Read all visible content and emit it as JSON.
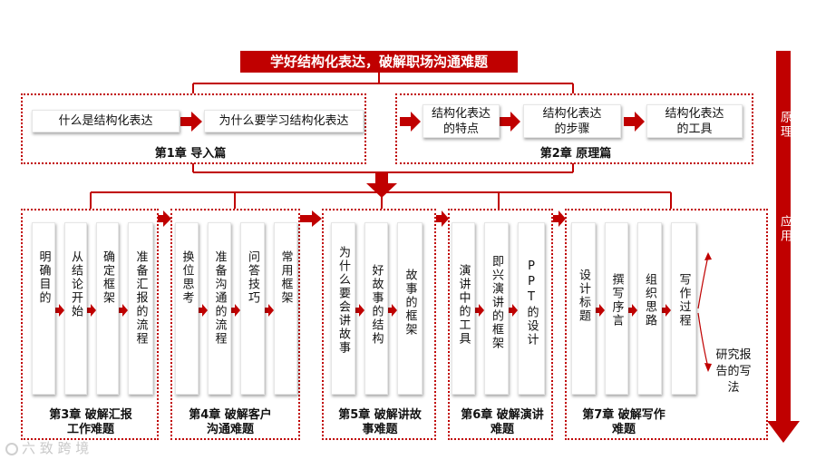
{
  "header": {
    "title": "学好结构化表达，破解职场沟通难题"
  },
  "side_axis": {
    "upper": "原理",
    "lower": "应用"
  },
  "part1": {
    "chapter": "第1章  导入篇",
    "items": [
      "什么是结构化表达",
      "为什么要学习结构化表达"
    ]
  },
  "part2": {
    "chapter": "第2章  原理篇",
    "items": [
      "结构化表达\n的特点",
      "结构化表达\n的步骤",
      "结构化表达\n的工具"
    ]
  },
  "ch3": {
    "chapter": "第3章  破解汇报\n工作难题",
    "items": [
      "明确目的",
      "从结论开始",
      "确定框架",
      "准备汇报的流程"
    ]
  },
  "ch4": {
    "chapter": "第4章  破解客户\n沟通难题",
    "items": [
      "换位思考",
      "准备沟通的流程",
      "问答技巧",
      "常用框架"
    ]
  },
  "ch5": {
    "chapter": "第5章  破解讲故\n事难题",
    "items": [
      "为什么要会讲故事",
      "好故事的结构",
      "故事的框架"
    ]
  },
  "ch6": {
    "chapter": "第6章  破解演讲\n难题",
    "items": [
      "演讲中的工具",
      "即兴演讲的框架",
      "PPT的设计"
    ]
  },
  "ch7": {
    "chapter": "第7章  破解写作\n难题",
    "items": [
      "设计标题",
      "撰写序言",
      "组织思路",
      "写作过程"
    ],
    "extra": "研究报\n告的写\n法"
  },
  "watermark": "六 致 跨 境",
  "colors": {
    "accent": "#c00000"
  }
}
